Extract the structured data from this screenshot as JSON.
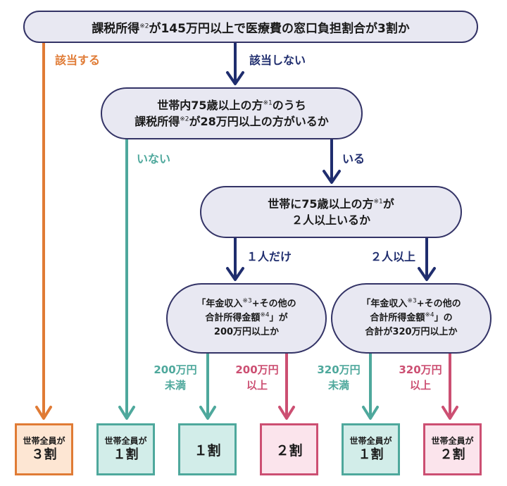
{
  "colors": {
    "navy": "#1f2d6e",
    "orange": "#e07b35",
    "teal": "#4ea89c",
    "pink": "#cc4f72",
    "node_fill": "#e8e8f2"
  },
  "q1": {
    "a": "課税所得",
    "sup": "※2",
    "b": "が145万円以上で医療費の窓口負担割合が3割か"
  },
  "q2": {
    "l1a": "世帯内75歳以上の方",
    "l1sup": "※1",
    "l1b": "のうち",
    "l2a": "課税所得",
    "l2sup": "※2",
    "l2b": "が28万円以上の方がいるか"
  },
  "q3": {
    "l1a": "世帯に75歳以上の方",
    "l1sup": "※1",
    "l1b": "が",
    "l2": "２人以上いるか"
  },
  "q4": {
    "l1a": "「年金収入",
    "l1sup": "※3",
    "l1b": "+その他の",
    "l2a": "合計所得金額",
    "l2sup": "※4",
    "l2b": "」が",
    "l3": "200万円以上か"
  },
  "q5": {
    "l1a": "「年金収入",
    "l1sup": "※3",
    "l1b": "+その他の",
    "l2a": "合計所得金額",
    "l2sup": "※4",
    "l2b": "」の",
    "l3": "合計が320万円以上か"
  },
  "labels": {
    "applies": "該当する",
    "not_applies": "該当しない",
    "none": "いない",
    "exists": "いる",
    "one_only": "１人だけ",
    "two_plus": "２人以上",
    "under200_a": "200万円",
    "under200_b": "未満",
    "over200_a": "200万円",
    "over200_b": "以上",
    "under320_a": "320万円",
    "under320_b": "未満",
    "over320_a": "320万円",
    "over320_b": "以上"
  },
  "results": [
    {
      "small": "世帯全員が",
      "big": "３割"
    },
    {
      "small": "世帯全員が",
      "big": "１割"
    },
    {
      "small": "",
      "big": "１割"
    },
    {
      "small": "",
      "big": "２割"
    },
    {
      "small": "世帯全員が",
      "big": "１割"
    },
    {
      "small": "世帯全員が",
      "big": "２割"
    }
  ]
}
